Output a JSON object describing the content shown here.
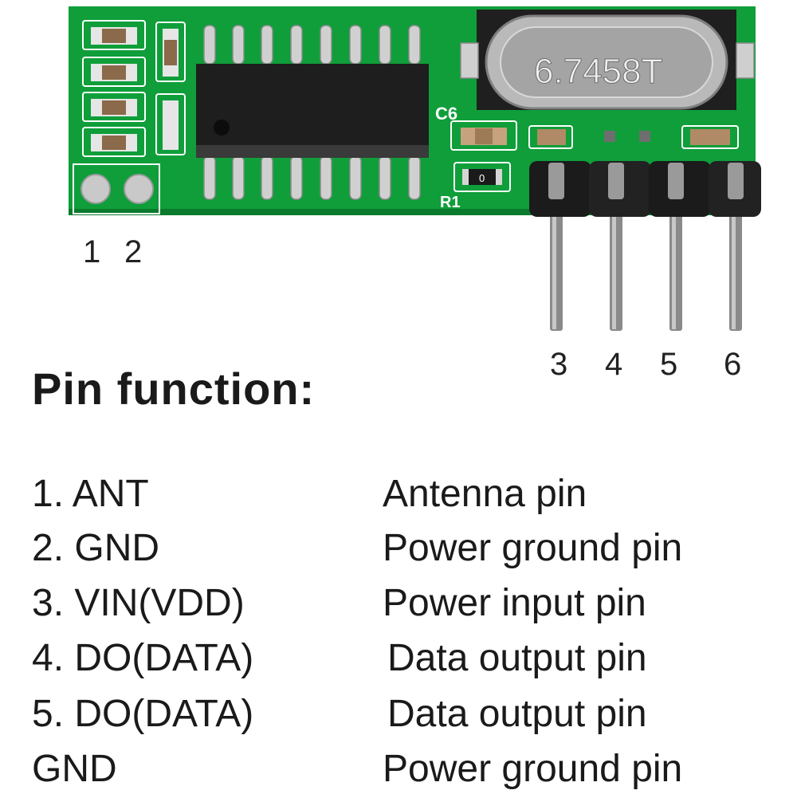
{
  "board": {
    "crystal_marking": "6.7458T",
    "silkscreen_c6": "C6",
    "silkscreen_r1": "R1",
    "resistor_marking": "0",
    "colors": {
      "pcb": "#0f9e3a",
      "pcb_dark": "#0a7a2c",
      "silkscreen": "#ffffff",
      "ic": "#1e1e1e",
      "crystal": "#b9b9b9",
      "header": "#1b1b1b",
      "pin": "#8c8c8c"
    }
  },
  "pad_labels": [
    "1",
    "2"
  ],
  "header_labels": [
    "3",
    "4",
    "5",
    "6"
  ],
  "pin_function": {
    "heading": "Pin function:",
    "rows": [
      {
        "name": "1. ANT",
        "desc": "Antenna pin"
      },
      {
        "name": "2. GND",
        "desc": "Power ground pin"
      },
      {
        "name": "3. VIN(VDD)",
        "desc": "Power input pin"
      },
      {
        "name": "4. DO(DATA)",
        "desc": "Data output pin"
      },
      {
        "name": "5. DO(DATA)",
        "desc": "Data output pin"
      },
      {
        "name": "GND",
        "desc": "Power ground pin"
      }
    ]
  }
}
